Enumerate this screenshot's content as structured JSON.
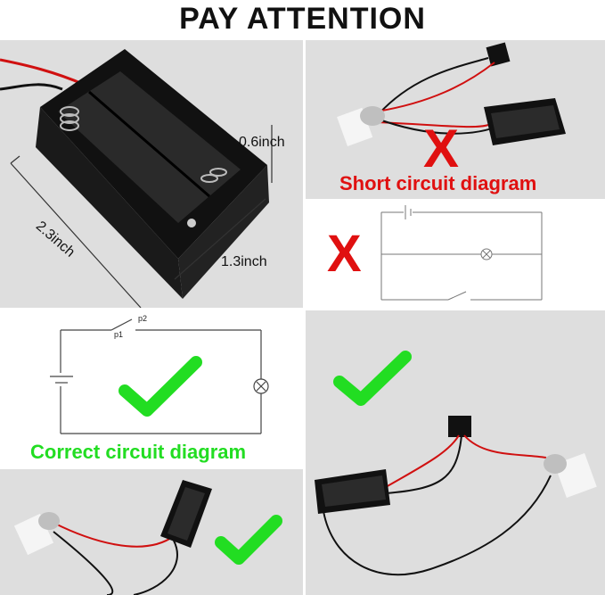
{
  "title": "PAY ATTENTION",
  "dimensions": {
    "height": "0.6inch",
    "length": "2.3inch",
    "width": "1.3inch"
  },
  "captions": {
    "short": "Short circuit diagram",
    "correct": "Correct circuit diagram"
  },
  "marks": {
    "wrong": "X",
    "lamp": "X"
  },
  "switch_labels": {
    "p1": "p1",
    "p2": "p2"
  },
  "colors": {
    "wrong_red": "#e01010",
    "correct_green": "#22dd22"
  }
}
